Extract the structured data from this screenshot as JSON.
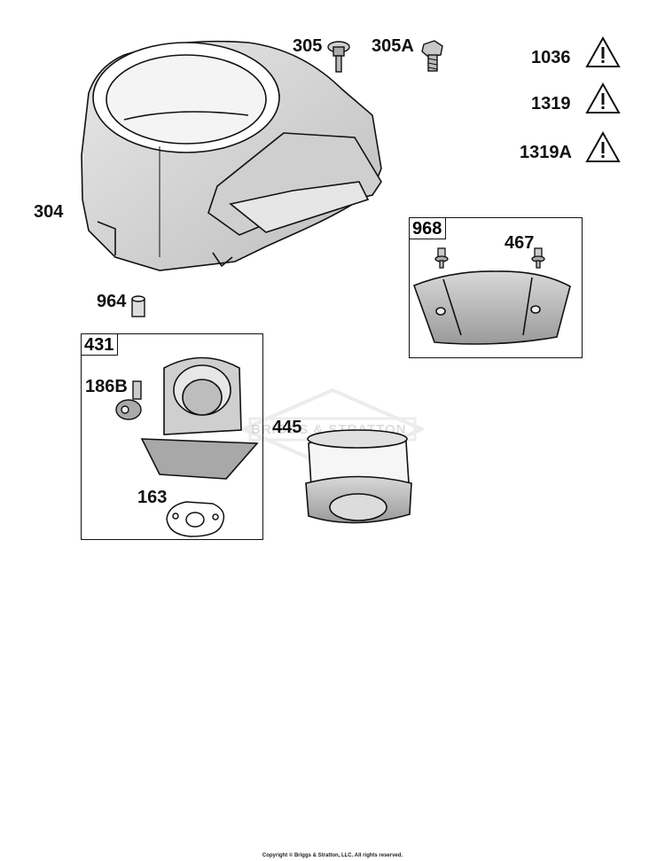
{
  "parts": {
    "p304": "304",
    "p305": "305",
    "p305a": "305A",
    "p1036": "1036",
    "p1319": "1319",
    "p1319a": "1319A",
    "p968": "968",
    "p467": "467",
    "p964": "964",
    "p431": "431",
    "p186b": "186B",
    "p445": "445",
    "p163": "163"
  },
  "watermark": "BRIGGS & STRATTON",
  "footer": "Copyright © Briggs & Stratton, LLC. All rights reserved."
}
